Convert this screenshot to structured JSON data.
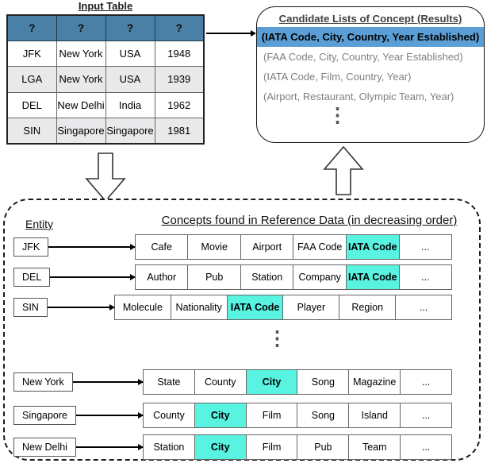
{
  "input_table": {
    "title": "Input Table",
    "headers": [
      "?",
      "?",
      "?",
      "?"
    ],
    "rows": [
      [
        "JFK",
        "New York",
        "USA",
        "1948"
      ],
      [
        "LGA",
        "New York",
        "USA",
        "1939"
      ],
      [
        "DEL",
        "New Delhi",
        "India",
        "1962"
      ],
      [
        "SIN",
        "Singapore",
        "Singapore",
        "1981"
      ]
    ]
  },
  "candidate_panel": {
    "title": "Candidate Lists of Concept (Results)",
    "items": [
      {
        "text": "(IATA Code, City, Country, Year Established)",
        "highlighted": true
      },
      {
        "text": "(FAA Code, City, Country, Year Established)",
        "highlighted": false
      },
      {
        "text": "(IATA Code, Film, Country, Year)",
        "highlighted": false
      },
      {
        "text": "(Airport, Restaurant, Olympic Team, Year)",
        "highlighted": false
      }
    ],
    "ellipsis": "⋮"
  },
  "reference_section": {
    "entity_label": "Entity",
    "title": "Concepts found in Reference Data (in decreasing order)",
    "ellipsis": "⋮",
    "rows": [
      {
        "entity": "JFK",
        "concepts": [
          "Cafe",
          "Movie",
          "Airport",
          "FAA Code",
          "IATA Code",
          "..."
        ],
        "highlight_index": 4
      },
      {
        "entity": "DEL",
        "concepts": [
          "Author",
          "Pub",
          "Station",
          "Company",
          "IATA Code",
          "..."
        ],
        "highlight_index": 4
      },
      {
        "entity": "SIN",
        "concepts": [
          "Molecule",
          "Nationality",
          "IATA Code",
          "Player",
          "Region",
          "..."
        ],
        "highlight_index": 2
      },
      {
        "entity": "New York",
        "concepts": [
          "State",
          "County",
          "City",
          "Song",
          "Magazine",
          "..."
        ],
        "highlight_index": 2
      },
      {
        "entity": "Singapore",
        "concepts": [
          "County",
          "City",
          "Film",
          "Song",
          "Island",
          "..."
        ],
        "highlight_index": 1
      },
      {
        "entity": "New Delhi",
        "concepts": [
          "Station",
          "City",
          "Film",
          "Pub",
          "Team",
          "..."
        ],
        "highlight_index": 1
      }
    ]
  },
  "colors": {
    "table_header_blue": "#4A80A6",
    "selected_concept_blue": "#5B9ED6",
    "highlight_cyan": "#58F3E1",
    "alt_row_gray": "#E9E9EB",
    "gray_text": "#7F7F7F"
  }
}
